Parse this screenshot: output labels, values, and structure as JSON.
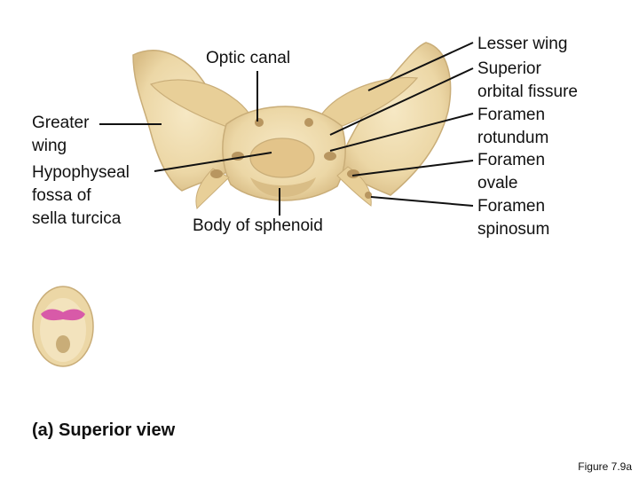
{
  "labels": {
    "optic_canal": "Optic canal",
    "greater_wing": "Greater\nwing",
    "hypophyseal_fossa": "Hypophyseal\nfossa of\nsella turcica",
    "body_of_sphenoid": "Body of sphenoid",
    "lesser_wing": "Lesser wing",
    "superior_orbital_fissure": "Superior\norbital fissure",
    "foramen_rotundum": "Foramen\nrotundum",
    "foramen_ovale": "Foramen\novale",
    "foramen_spinosum": "Foramen\nspinosum"
  },
  "caption": "(a) Superior view",
  "figure_number": "Figure 7.9a",
  "colors": {
    "bone": "#ecd7a6",
    "bone_shadow": "#c9ad78",
    "highlight": "#d85aa8",
    "leader_line": "#111111"
  }
}
